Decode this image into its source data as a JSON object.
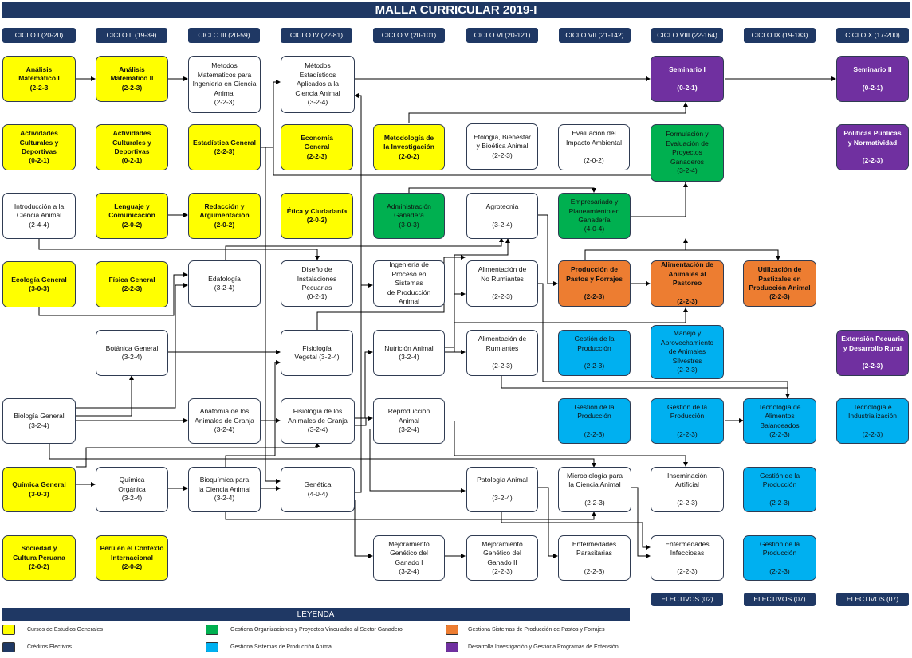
{
  "title": "MALLA CURRICULAR 2019-I",
  "cycles": [
    "CICLO I (20-20)",
    "CICLO II (19-39)",
    "CICLO III (20-59)",
    "CICLO IV (22-81)",
    "CICLO V (20-101)",
    "CICLO VI (20-121)",
    "CICLO VII (21-142)",
    "CICLO VIII (22-164)",
    "CICLO IX (19-183)",
    "CICLO X (17-200)"
  ],
  "courses": {
    "c1_1": "Análisis\nMatemático I\n(2-2-3",
    "c1_2": "Actividades\nCulturales y\nDeportivas\n(0-2-1)",
    "c1_3": "Introducción a la\nCiencia Animal\n(2-4-4)",
    "c1_4": "Ecología General\n(3-0-3)",
    "c1_5": "Biología General\n(3-2-4)",
    "c1_6": "Química General\n(3-0-3)",
    "c1_7": "Sociedad y\nCultura Peruana\n(2-0-2)",
    "c2_1": "Análisis\nMatemático II\n(2-2-3)",
    "c2_2": "Actividades\nCulturales y\nDeportivas\n(0-2-1)",
    "c2_3": "Lenguaje y\nComunicación\n(2-0-2)",
    "c2_4": "Física General\n(2-2-3)",
    "c2_5": "Botánica General\n(3-2-4)",
    "c2_6": "Química\nOrgánica\n(3-2-4)",
    "c2_7": "Perú en el Contexto\nInternacional\n(2-0-2)",
    "c3_1": "Metodos\nMatematicos para\nIngenieria en Ciencia\nAnimal\n(2-2-3)",
    "c3_2": "Estadística General\n(2-2-3)",
    "c3_3": "Redacción y\nArgumentación\n(2-0-2)",
    "c3_4": "Edafología\n(3-2-4)",
    "c3_5": "Anatomía de los\nAnimales de Granja\n(3-2-4)",
    "c3_6": "Bioquímica para\nla Ciencia Animal\n(3-2-4)",
    "c4_1": "Métodos\nEstadísticos\nAplicados a la\nCiencia Animal\n(3-2-4)",
    "c4_2": "Economía\nGeneral\n(2-2-3)",
    "c4_3": "Ética y Ciudadanía\n(2-0-2)",
    "c4_4": "Diseño de\nInstalaciones\nPecuarias\n(0-2-1)",
    "c4_5": "Fisiología\nVegetal (3-2-4)",
    "c4_6": "Fisiología de los\nAnimales de Granja\n(3-2-4)",
    "c4_7": "Genética\n(4-0-4)",
    "c5_1": "Metodología de\nla Investigación\n(2-0-2)",
    "c5_2": "Administración\nGanadera\n(3-0-3)",
    "c5_3": "Ingeniería de\nProceso en Sistemas\nde Producción\nAnimal",
    "c5_4": "Nutrición Animal\n(3-2-4)",
    "c5_5": "Reproducción\nAnimal\n(3-2-4)",
    "c5_6": "Mejoramiento\nGenético del\nGanado I\n(3-2-4)",
    "c6_1": "Etología, Bienestar\ny Bioética Animal\n(2-2-3)",
    "c6_2": "Agrotecnia\n\n(3-2-4)",
    "c6_3": "Alimentación de\nNo Rumiantes\n\n(2-2-3)",
    "c6_4": "Alimentación de\nRumiantes\n\n(2-2-3)",
    "c6_5": "Patología Animal\n\n(3-2-4)",
    "c6_6": "Mejoramiento\nGenético del\nGanado II\n(2-2-3)",
    "c7_1": "Evaluación del\nImpacto Ambiental\n\n(2-0-2)",
    "c7_2": "Empresariado y\nPlaneamiento en\nGanadería\n(4-0-4)",
    "c7_3": "Producción de\nPastos y Forrajes\n\n(2-2-3)",
    "c7_4": "Gestión de la\nProducción\n\n(2-2-3)",
    "c7_5": "Gestión de la\nProducción\n\n(2-2-3)",
    "c7_6": "Microbiología para\nla Ciencia Animal\n\n(2-2-3)",
    "c7_7": "Enfermedades\nParasitarias\n\n(2-2-3)",
    "c8_1": "Seminario I\n\n(0-2-1)",
    "c8_2": "Formulación y\nEvaluación de\nProyectos\nGanaderos\n(3-2-4)",
    "c8_3": "Alimentación de\nAnimales al\nPastoreo\n\n(2-2-3)",
    "c8_4": "Manejo y\nAprovechamiento\nde Animales\nSilvestres\n(2-2-3)",
    "c8_5": "Gestión de la\nProducción\n\n(2-2-3)",
    "c8_6": "Inseminación\nArtificial\n\n(2-2-3)",
    "c8_7": "Enfermedades\nInfecciosas\n\n(2-2-3)",
    "c9_1": "Utilización de\nPastizales en\nProducción Animal\n(2-2-3)",
    "c9_2": "Tecnología de\nAlimentos\nBalanceados\n(2-2-3)",
    "c9_3": "Gestión de la\nProducción\n\n(2-2-3)",
    "c9_4": "Gestión de la\nProducción\n\n(2-2-3)",
    "c10_1": "Seminario II\n\n(0-2-1)",
    "c10_2": "Políticas Públicas\ny Normatividad\n\n(2-2-3)",
    "c10_3": "Extensión Pecuaria\ny Desarrollo Rural\n\n(2-2-3)",
    "c10_4": "Tecnología e\nIndustrialización\n\n(2-2-3)"
  },
  "electives": [
    "ELECTIVOS (02)",
    "ELECTIVOS (07)",
    "ELECTIVOS (07)"
  ],
  "legend": {
    "title": "LEYENDA",
    "items": [
      {
        "color": "#ffff00",
        "text": "Cursos de Estudios Generales"
      },
      {
        "color": "#1f3864",
        "text": "Créditos Electivos"
      },
      {
        "color": "#00b050",
        "text": "Gestiona Organizaciones y Proyectos Vinculados al Sector Ganadero"
      },
      {
        "color": "#00b0f0",
        "text": "Gestiona Sistemas de Producción Animal"
      },
      {
        "color": "#ed7d31",
        "text": "Gestiona Sistemas de Producción de Pastos y Forrajes"
      },
      {
        "color": "#7030a0",
        "text": "Desarrolla Investigación y Gestiona Programas de Extensión"
      }
    ]
  }
}
